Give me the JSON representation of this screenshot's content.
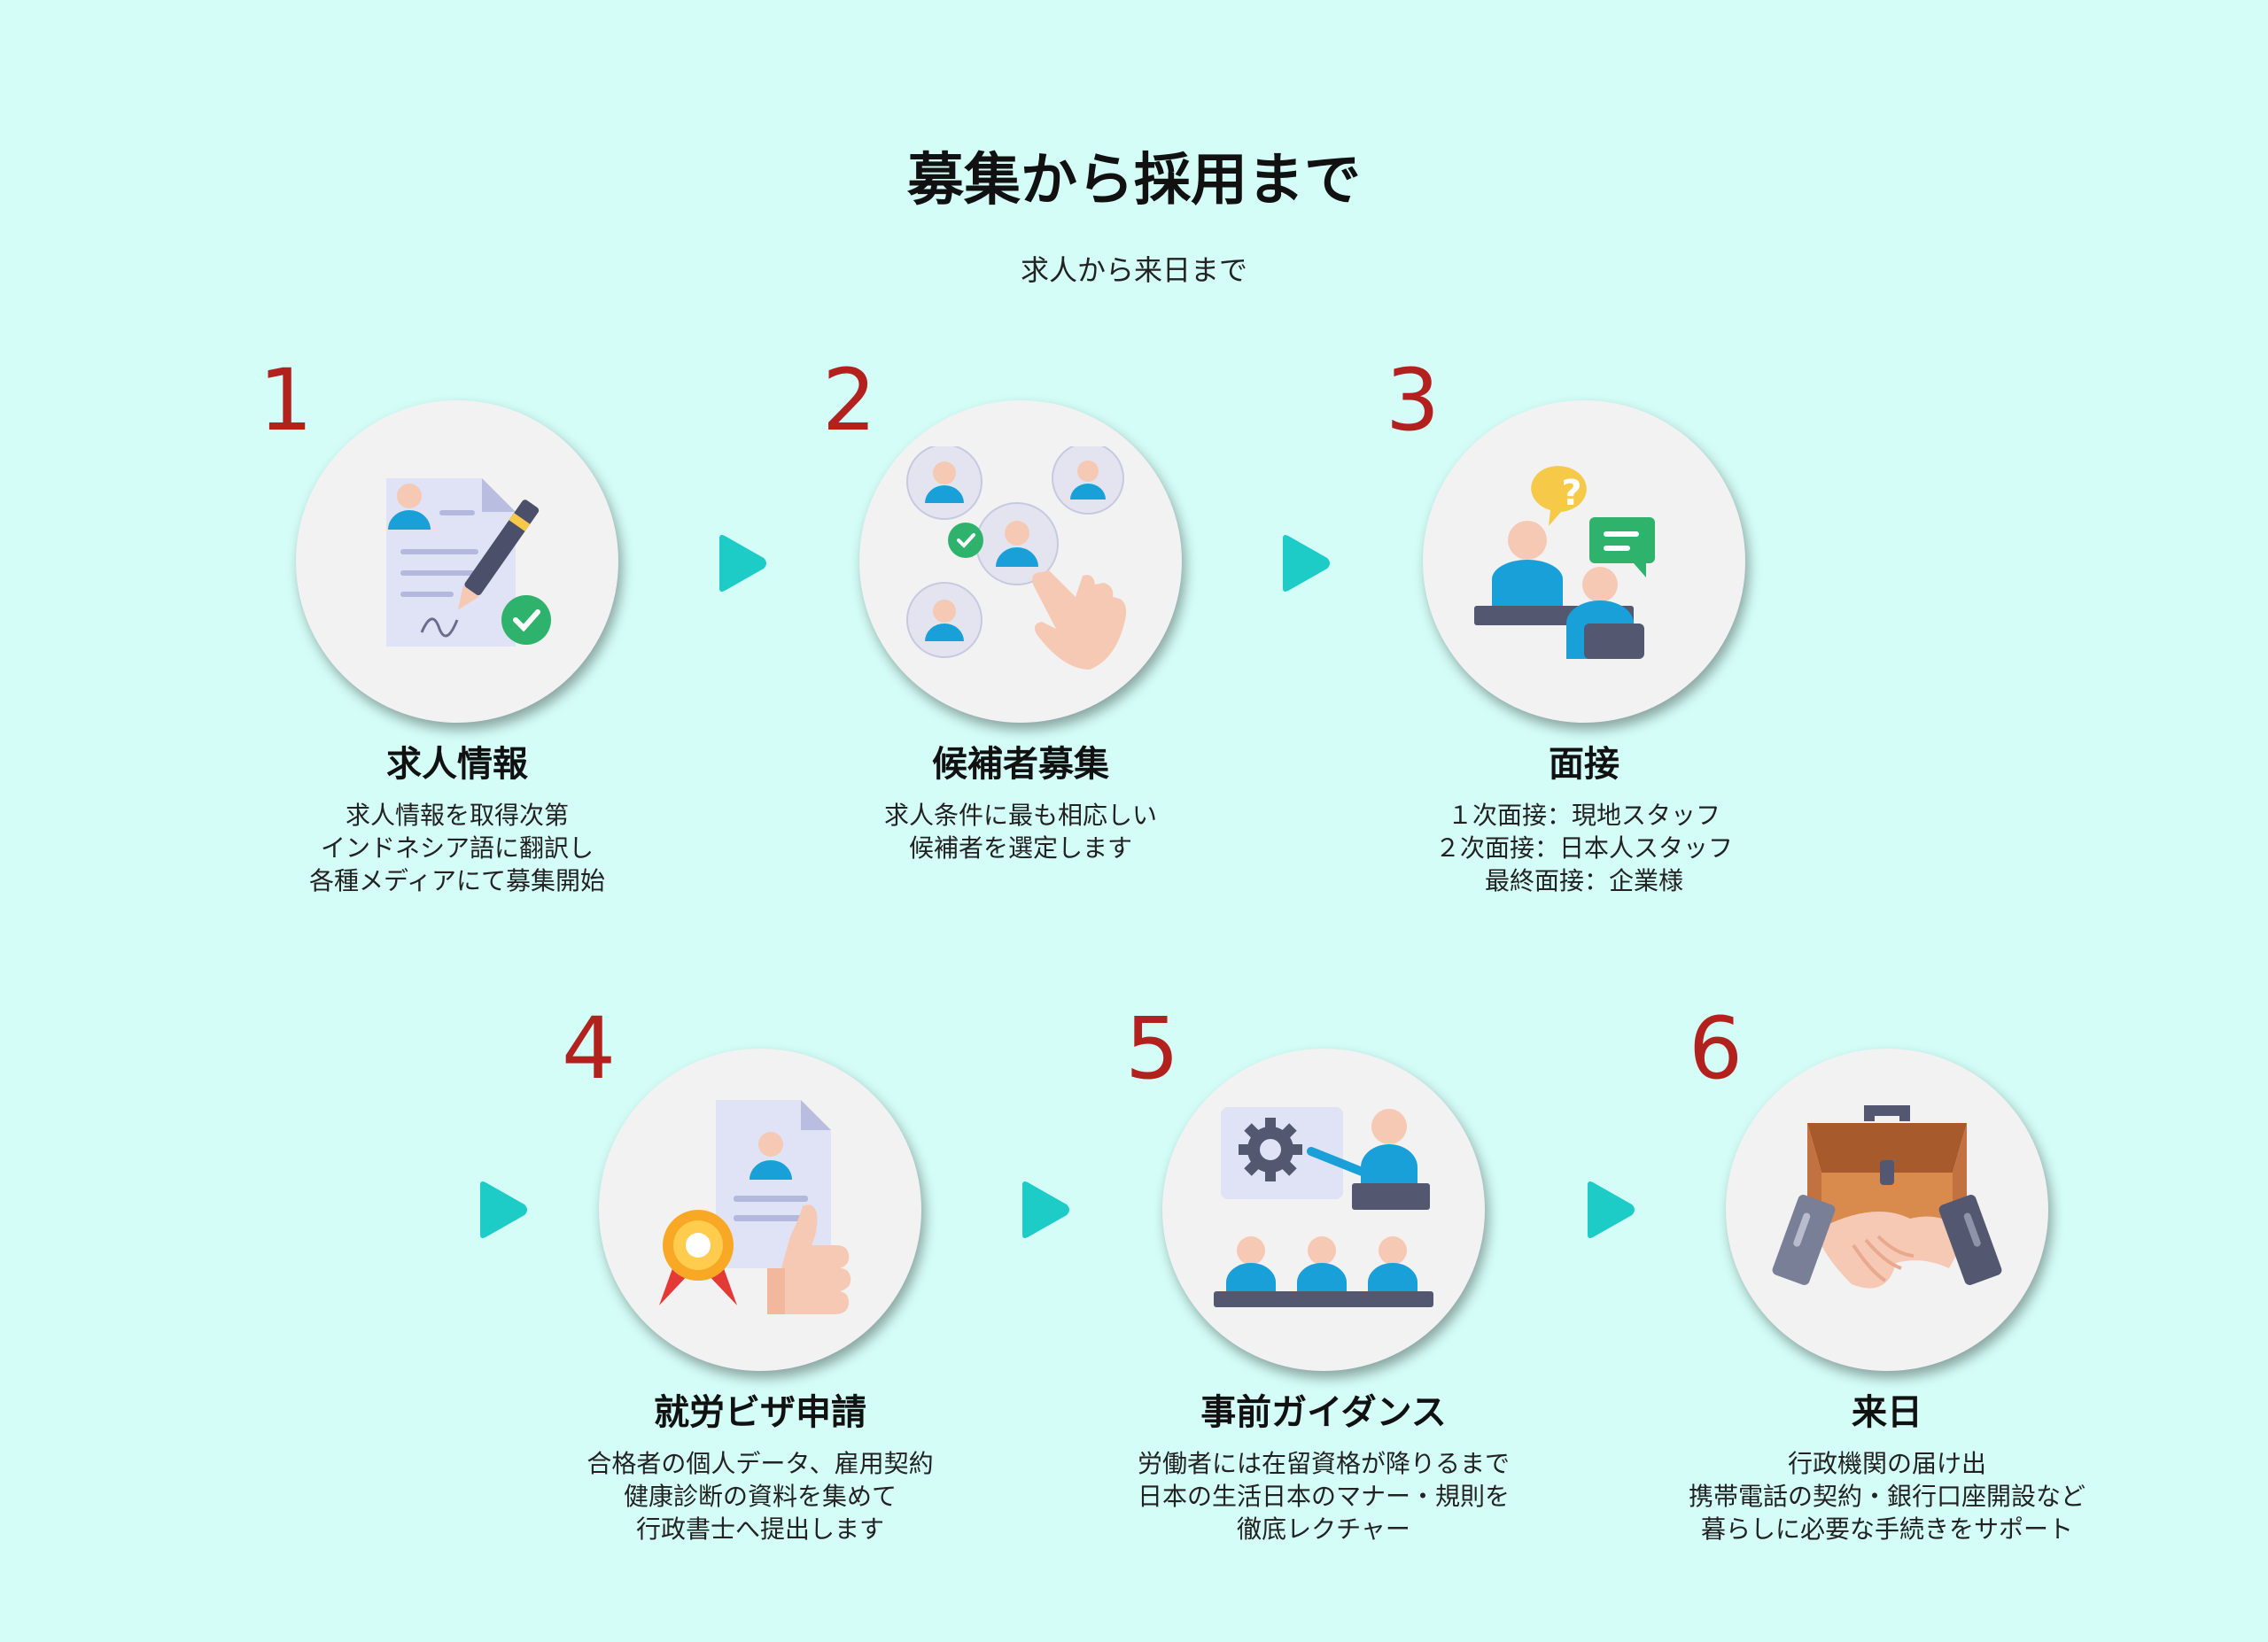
{
  "header": {
    "title": "募集から採用まで",
    "subtitle": "求人から来日まで"
  },
  "colors": {
    "background": "#d4fdf7",
    "step_number": "#b3211e",
    "arrow": "#1dcbc7",
    "circle": "#f2f2f2"
  },
  "steps": [
    {
      "number": "1",
      "title": "求人情報",
      "icon": "contract-sign-icon",
      "lines": [
        "求人情報を取得次第",
        "インドネシア語に翻訳し",
        "各種メディアにて募集開始"
      ]
    },
    {
      "number": "2",
      "title": "候補者募集",
      "icon": "candidate-select-icon",
      "lines": [
        "求人条件に最も相応しい",
        "候補者を選定します"
      ]
    },
    {
      "number": "3",
      "title": "面接",
      "icon": "interview-icon",
      "lines": [
        "１次面接：現地スタッフ",
        "２次面接：日本人スタッフ",
        "最終面接：企業様"
      ]
    },
    {
      "number": "4",
      "title": "就労ビザ申請",
      "icon": "visa-document-icon",
      "lines": [
        "合格者の個人データ、雇用契約",
        "健康診断の資料を集めて",
        "行政書士へ提出します"
      ]
    },
    {
      "number": "5",
      "title": "事前ガイダンス",
      "icon": "classroom-guidance-icon",
      "lines": [
        "労働者には在留資格が降りるまで",
        "日本の生活日本のマナー・規則を",
        "徹底レクチャー"
      ]
    },
    {
      "number": "6",
      "title": "来日",
      "icon": "handshake-briefcase-icon",
      "lines": [
        "行政機関の届け出",
        "携帯電話の契約・銀行口座開設など",
        "暮らしに必要な手続きをサポート"
      ]
    }
  ],
  "arrows": [
    "play-arrow-icon",
    "play-arrow-icon",
    "play-arrow-icon",
    "play-arrow-icon",
    "play-arrow-icon"
  ]
}
